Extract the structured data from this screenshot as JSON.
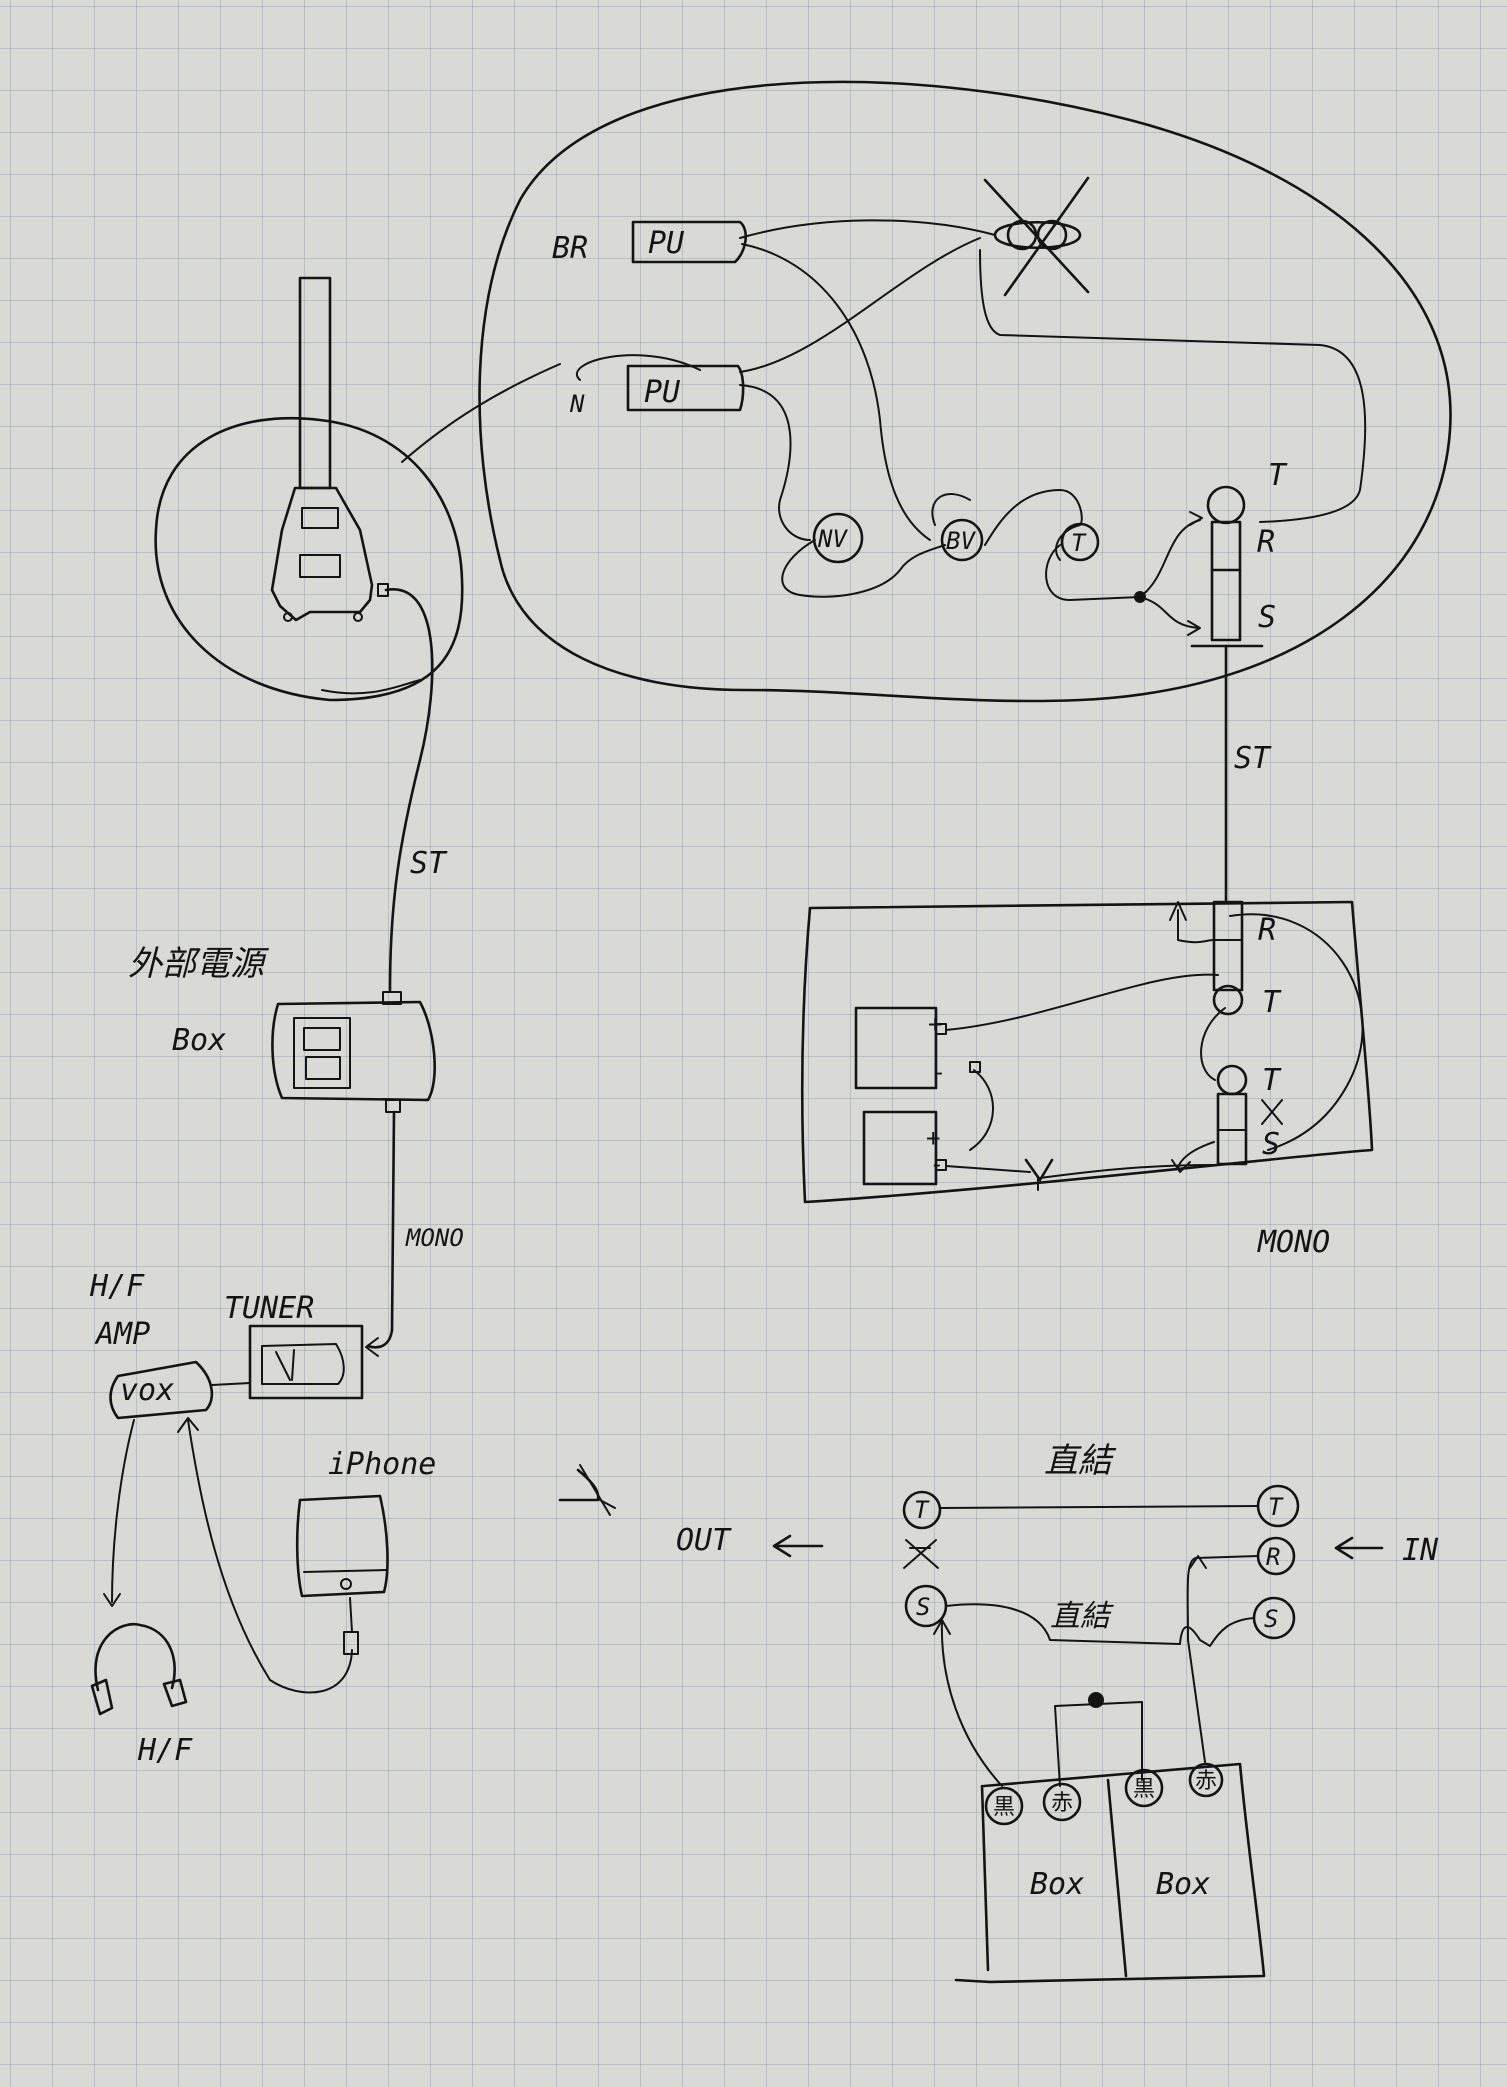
{
  "guitar_body": {
    "bridge_label": "BR",
    "bridge_pickup": "PU",
    "neck_label": "N",
    "neck_pickup": "PU",
    "neck_volume": "NV",
    "bridge_volume": "BV",
    "tone": "T",
    "jack_tip": "T",
    "jack_ring": "R",
    "jack_sleeve": "S"
  },
  "cable_stereo_top": "ST",
  "cable_stereo_left": "ST",
  "power_box": {
    "title": "外部電源",
    "label": "Box",
    "cell_plus_top": "+",
    "cell_minus_top": "-",
    "cell_plus_bottom": "+",
    "cell_minus_bottom": "-",
    "jack_ring": "R",
    "jack_tip": "T",
    "jack_tip_out": "T",
    "jack_sleeve_out": "S",
    "mono_label": "MONO"
  },
  "cable_mono_left": "MONO",
  "headphone_amp": {
    "label_line1": "H/F",
    "label_line2": "AMP",
    "brand": "vox"
  },
  "tuner_label": "TUNER",
  "iphone_label": "iPhone",
  "headphones_label": "H/F",
  "bottom_right": {
    "top_note": "直結",
    "mid_note": "直結",
    "out_label": "OUT",
    "in_label": "IN",
    "left_tip": "T",
    "left_sleeve": "S",
    "right_tip": "T",
    "right_ring": "R",
    "right_sleeve": "S",
    "term_1": "黒",
    "term_2": "赤",
    "term_3": "黒",
    "term_4": "赤",
    "box_left": "Box",
    "box_right": "Box"
  }
}
